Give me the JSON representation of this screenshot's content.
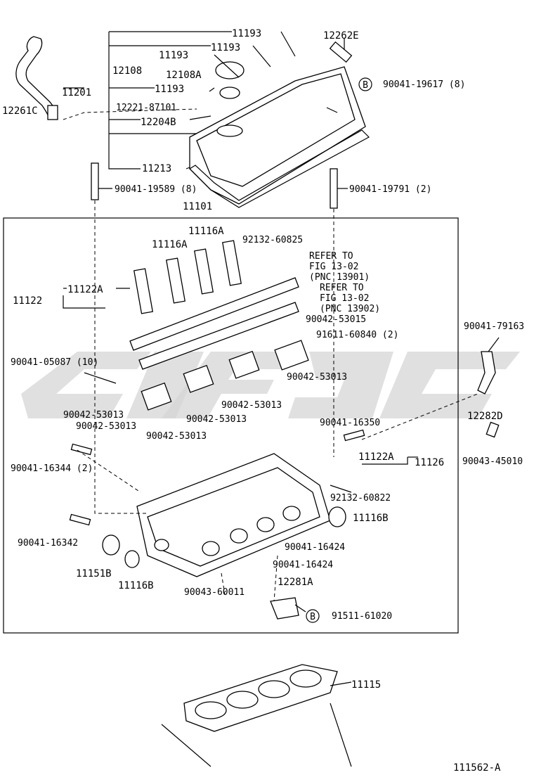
{
  "diagram_id": "111562-A",
  "watermark": "c1f9c",
  "callouts": {
    "p12261C": "12261C",
    "p11201": "11201",
    "p11193_a": "11193",
    "p11193_b": "11193",
    "p11193_c": "11193",
    "p11193_d": "11193",
    "p12108": "12108",
    "p12108A": "12108A",
    "p12221": "12221-87101",
    "p12204B": "12204B",
    "p11213": "11213",
    "p12262E": "12262E",
    "p90041_19617": "90041-19617 (8)",
    "p90041_19589": "90041-19589 (8)",
    "p90041_19791": "90041-19791 (2)",
    "p11101": "11101",
    "p11116A_a": "11116A",
    "p11116A_b": "11116A",
    "p92132_60825": "92132-60825",
    "ref1_a": "REFER TO",
    "ref1_b": "FIG 13-02",
    "ref1_c": "(PNC 13901)",
    "ref2_a": "REFER TO",
    "ref2_b": "FIG 13-02",
    "ref2_c": "(PNC 13902)",
    "p11122": "11122",
    "p11122A": "11122A",
    "p90042_53015": "90042-53015",
    "p91611_60840": "91611-60840 (2)",
    "p90041_79163": "90041-79163",
    "p90041_05087": "90041-05087 (10)",
    "p90042_53013_a": "90042-53013",
    "p90042_53013_b": "90042-53013",
    "p90042_53013_c": "90042-53013",
    "p90042_53013_d": "90042-53013",
    "p90042_53013_e": "90042-53013",
    "p90042_53013_f": "90042-53013",
    "p12282D": "12282D",
    "p90041_16350": "90041-16350",
    "p90043_45010": "90043-45010",
    "p90041_16344": "90041-16344 (2)",
    "p11122A_b": "11122A",
    "p11126": "11126",
    "p92132_60822": "92132-60822",
    "p11116B_a": "11116B",
    "p90041_16342": "90041-16342",
    "p90041_16424_a": "90041-16424",
    "p90041_16424_b": "90041-16424",
    "p11151B": "11151B",
    "p11116B_b": "11116B",
    "p12281A": "12281A",
    "p90043_60011": "90043-60011",
    "p91511_61020": "91511-61020",
    "p11115": "11115",
    "marker_b": "B"
  }
}
